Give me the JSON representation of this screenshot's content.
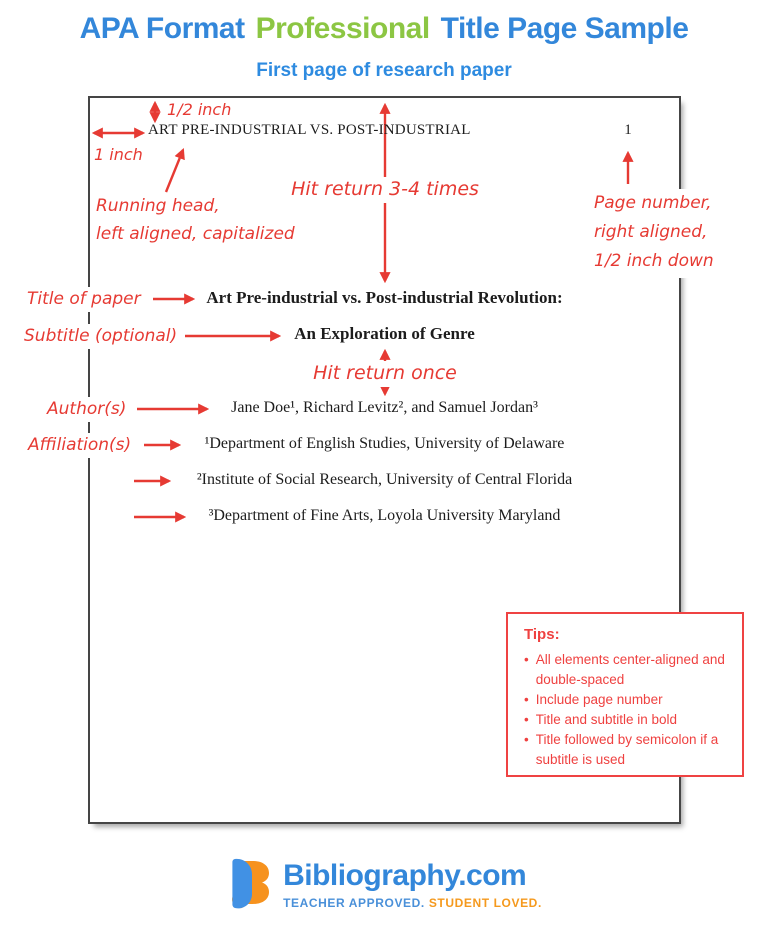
{
  "header": {
    "title_part1": "APA Format",
    "title_part2": "Professional",
    "title_part3": "Title Page Sample",
    "subtitle": "First page of research paper"
  },
  "paper": {
    "running_head": "ART PRE-INDUSTRIAL VS. POST-INDUSTRIAL",
    "page_number": "1",
    "title": "Art Pre-industrial vs. Post-industrial Revolution:",
    "subtitle": "An Exploration of Genre",
    "authors": "Jane Doe¹, Richard Levitz², and Samuel Jordan³",
    "affiliations": [
      "¹Department of English Studies, University of Delaware",
      "²Institute of Social Research, University of Central Florida",
      "³Department of Fine Arts, Loyola University Maryland"
    ]
  },
  "annotations": {
    "half_inch": "1/2 inch",
    "one_inch": "1 inch",
    "running_head_line1": "Running head,",
    "running_head_line2": "left aligned, capitalized",
    "hit_return_34": "Hit return 3-4 times",
    "page_number_line1": "Page number,",
    "page_number_line2": "right aligned,",
    "page_number_line3": "1/2 inch down",
    "title_label": "Title of paper",
    "subtitle_label": "Subtitle (optional)",
    "hit_return_once": "Hit return once",
    "authors_label": "Author(s)",
    "affiliations_label": "Affiliation(s)"
  },
  "tips": {
    "heading": "Tips:",
    "bullet": "•",
    "items": [
      "All elements center-aligned and double-spaced",
      "Include page number",
      "Title and subtitle in bold",
      "Title followed by semicolon if a subtitle is used"
    ]
  },
  "footer": {
    "brand": "Bibliography.com",
    "tagline_part1": "TEACHER APPROVED.",
    "tagline_part2": "STUDENT LOVED."
  },
  "colors": {
    "heading_blue": "#3387da",
    "heading_green": "#8cc643",
    "annotation_red": "#e63a33",
    "tips_red": "#ef4343",
    "brand_blue": "#3387da",
    "brand_orange": "#f5991d",
    "paper_border": "#454545"
  }
}
